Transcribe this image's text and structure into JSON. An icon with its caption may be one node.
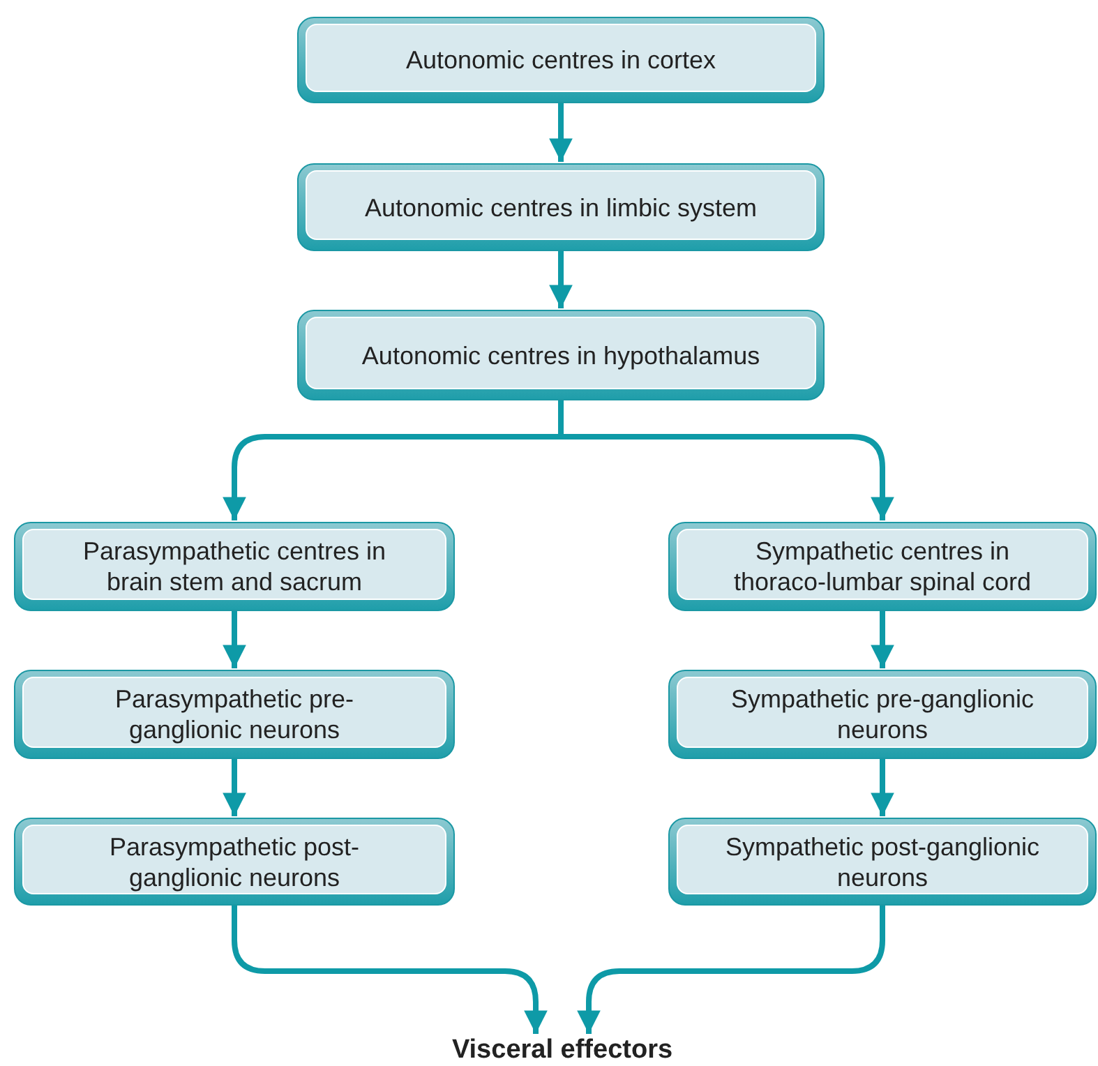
{
  "diagram": {
    "nodes": [
      {
        "text": [
          "Autonomic centres in cortex"
        ]
      },
      {
        "text": [
          "Autonomic centres in limbic system"
        ]
      },
      {
        "text": [
          "Autonomic centres in hypothalamus"
        ]
      },
      {
        "text": [
          "Parasympathetic centres in brain stem and sacrum"
        ]
      },
      {
        "text": [
          "Sympathetic centres in thoraco-lumbar spinal cord"
        ]
      },
      {
        "text": [
          "Parasympathetic pre-ganglionic neurons"
        ]
      },
      {
        "text": [
          "Sympathetic pre-ganglionic neurons"
        ]
      },
      {
        "text": [
          "Parasympathetic post-ganglionic neurons"
        ]
      },
      {
        "text": [
          "Sympathetic post-ganglionic neurons"
        ]
      },
      {
        "text": [
          "Visceral effectors"
        ]
      }
    ],
    "edges": [
      {
        "from": 0,
        "to": 1,
        "arrow": "to"
      },
      {
        "from": 1,
        "to": 2,
        "arrow": "to"
      },
      {
        "from": 2,
        "to": 3,
        "arrow": "to"
      },
      {
        "from": 2,
        "to": 4,
        "arrow": "to"
      },
      {
        "from": 3,
        "to": 5,
        "arrow": "to"
      },
      {
        "from": 5,
        "to": 7,
        "arrow": "to"
      },
      {
        "from": 4,
        "to": 6,
        "arrow": "to"
      },
      {
        "from": 6,
        "to": 8,
        "arrow": "to"
      },
      {
        "from": 7,
        "to": 9,
        "arrow": "to"
      },
      {
        "from": 8,
        "to": 9,
        "arrow": "to"
      }
    ]
  }
}
